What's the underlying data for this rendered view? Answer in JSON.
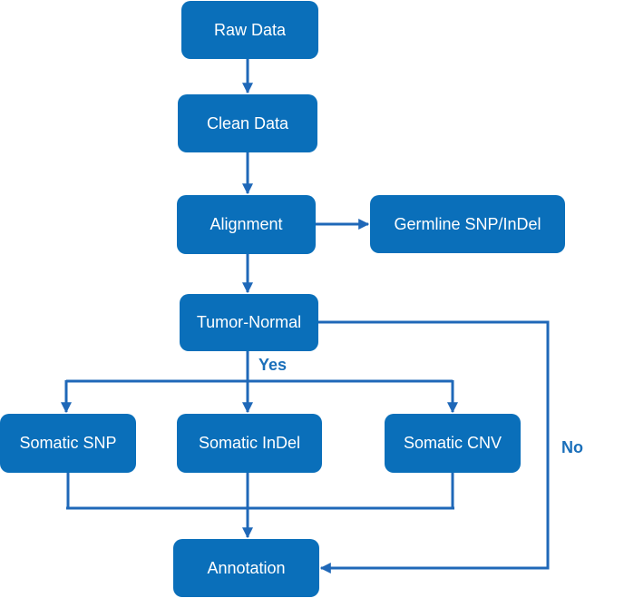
{
  "diagram": {
    "nodes": {
      "raw_data": "Raw Data",
      "clean_data": "Clean Data",
      "alignment": "Alignment",
      "germline": "Germline SNP/InDel",
      "tumor_normal": "Tumor-Normal",
      "somatic_snp": "Somatic SNP",
      "somatic_indel": "Somatic InDel",
      "somatic_cnv": "Somatic CNV",
      "annotation": "Annotation"
    },
    "edge_labels": {
      "yes": "Yes",
      "no": "No"
    },
    "colors": {
      "node_fill": "#0a6fba",
      "node_text": "#ffffff",
      "connector": "#1f68b8",
      "edge_label": "#1a6fba"
    }
  }
}
